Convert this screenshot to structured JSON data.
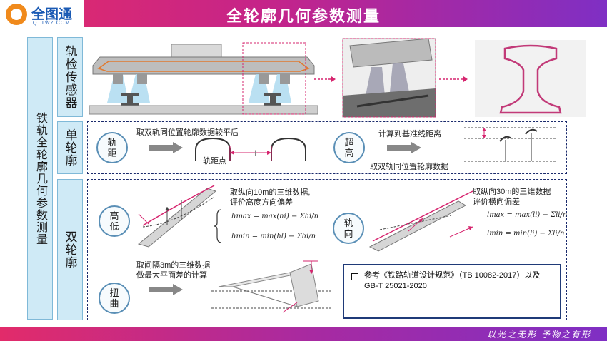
{
  "logo": {
    "name": "全图通",
    "sub": "QTTWZ.COM"
  },
  "title": "全轮廓几何参数测量",
  "slogan": "以光之无形 予物之有形",
  "left_label": "铁轨全轮廓几何参数测量",
  "sections": {
    "sensor": "轨检传感器",
    "single": "单轮廓",
    "double": "双轮廓"
  },
  "gauge": {
    "circle": "轨距",
    "desc": "取双轨同位置轮廓数据较平后",
    "point_label": "轨距点",
    "l_label": "L"
  },
  "superelevation": {
    "circle": "超高",
    "desc_top": "计算到基准线距离",
    "desc_bottom": "取双轨同位置轮廓数据"
  },
  "level": {
    "circle": "高低",
    "desc_line1": "取纵向10m的三维数据,",
    "desc_line2": "评价高度方向偏差",
    "hmax": "hmax = max(hi) − Σhi/n",
    "hmin": "hmin = min(hl) − Σhi/n"
  },
  "alignment": {
    "circle": "轨向",
    "desc_line1": "取纵向30m的三维数据",
    "desc_line2": "评价横向偏差",
    "lmax": "lmax = max(li) − Σli/n",
    "lmin": "lmin = min(li) − Σli/n"
  },
  "twist": {
    "circle": "扭曲",
    "desc_line1": "取间隔3m的三维数据",
    "desc_line2": "做最大平面差的计算"
  },
  "reference": "参考《铁路轨道设计规范》（TB 10082-2017）以及GB-T 25021-2020",
  "colors": {
    "accent": "#d6246e",
    "purple": "#7f2fc4",
    "box_fill": "#cfeaf6",
    "dash": "#1a2a6c"
  }
}
